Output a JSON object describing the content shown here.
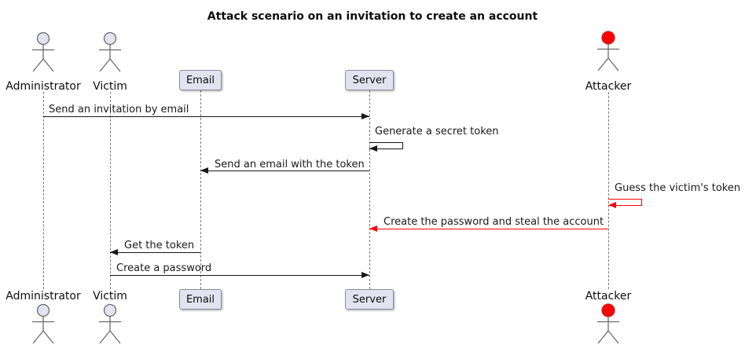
{
  "title": "Attack scenario on an invitation to create an account",
  "colors": {
    "actor_fill": "#E2E2F0",
    "attacker_head_fill": "#FF0000",
    "box_fill": "#E2E2F0",
    "box_border": "#8C8C9C",
    "arrow": "#181818",
    "attack_arrow": "#FF0000",
    "lifeline": "#7A7A7A"
  },
  "participants": [
    {
      "name": "Administrator",
      "kind": "actor"
    },
    {
      "name": "Victim",
      "kind": "actor"
    },
    {
      "name": "Email",
      "kind": "participant"
    },
    {
      "name": "Server",
      "kind": "participant"
    },
    {
      "name": "Attacker",
      "kind": "actor-attacker"
    }
  ],
  "messages": [
    {
      "label": "Send an invitation by email",
      "from": "Administrator",
      "to": "Server",
      "style": "normal"
    },
    {
      "label": "Generate a secret token",
      "from": "Server",
      "to": "Server",
      "style": "self"
    },
    {
      "label": "Send an email with the token",
      "from": "Server",
      "to": "Email",
      "style": "normal"
    },
    {
      "label": "Guess the victim's token",
      "from": "Attacker",
      "to": "Attacker",
      "style": "self-attack"
    },
    {
      "label": "Create the password and steal the account",
      "from": "Attacker",
      "to": "Server",
      "style": "attack"
    },
    {
      "label": "Get the token",
      "from": "Email",
      "to": "Victim",
      "style": "normal"
    },
    {
      "label": "Create a password",
      "from": "Victim",
      "to": "Server",
      "style": "normal"
    }
  ]
}
